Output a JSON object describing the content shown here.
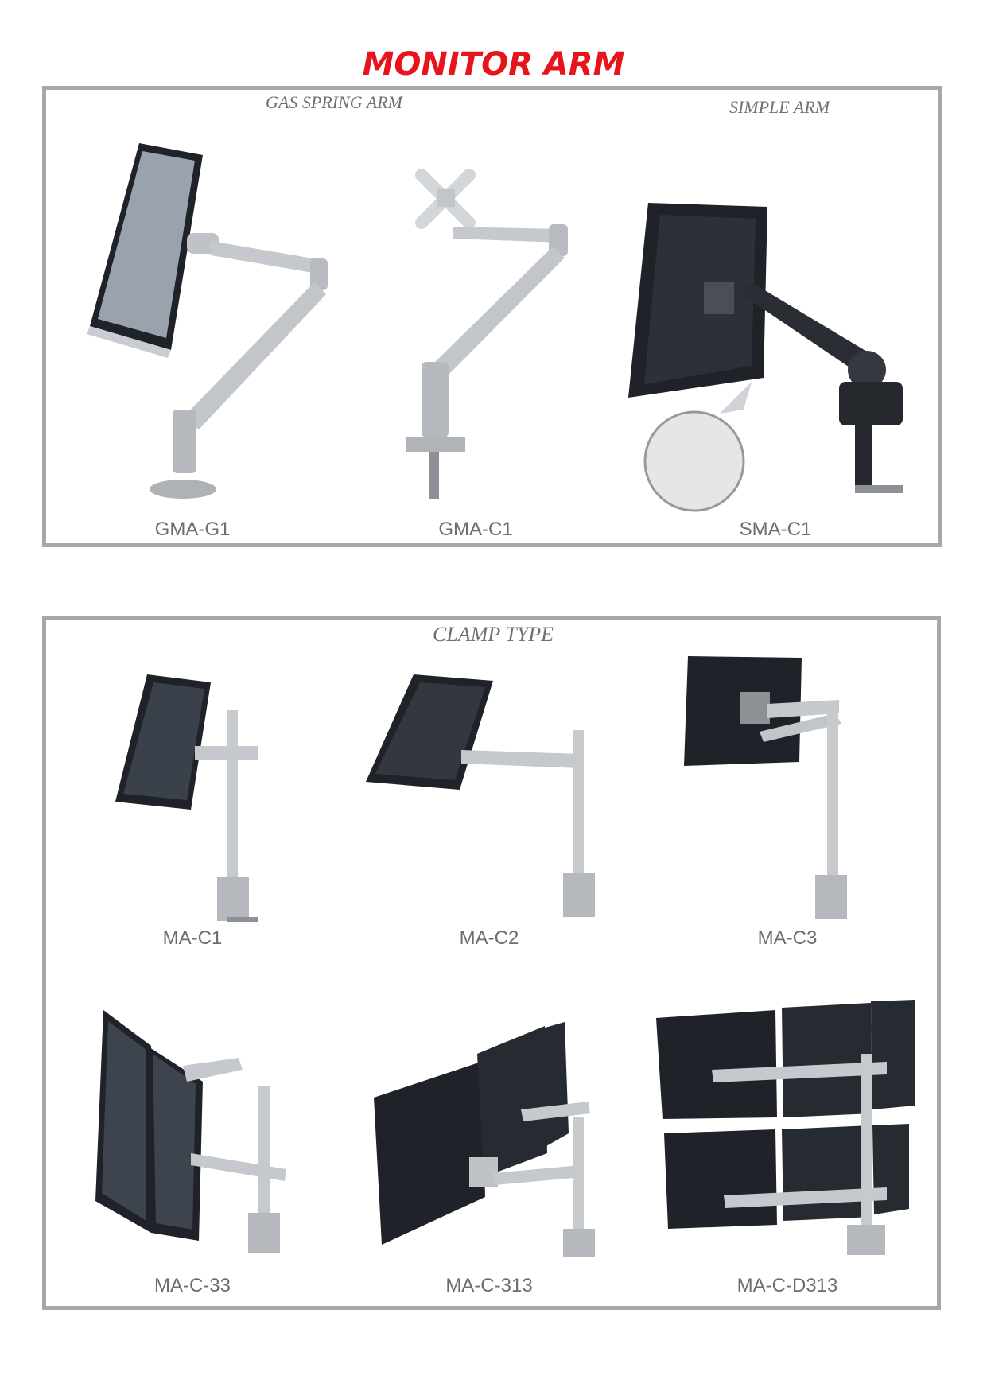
{
  "title": "MONITOR ARM",
  "sections": {
    "gas_spring": "GAS SPRING ARM",
    "simple": "SIMPLE ARM",
    "clamp": "CLAMP TYPE"
  },
  "products_top": [
    {
      "model": "GMA-G1",
      "icon": "monitor-gas-spring-arm-grommet-icon"
    },
    {
      "model": "GMA-C1",
      "icon": "vesa-gas-spring-arm-icon"
    },
    {
      "model": "SMA-C1",
      "icon": "monitor-simple-arm-clamp-icon"
    }
  ],
  "products_clamp": [
    {
      "model": "MA-C1",
      "icon": "single-monitor-pole-arm-icon"
    },
    {
      "model": "MA-C2",
      "icon": "single-monitor-extended-arm-icon"
    },
    {
      "model": "MA-C3",
      "icon": "single-monitor-double-arm-icon"
    },
    {
      "model": "MA-C-33",
      "icon": "dual-monitor-arm-icon"
    },
    {
      "model": "MA-C-313",
      "icon": "triple-monitor-arm-icon"
    },
    {
      "model": "MA-C-D313",
      "icon": "six-monitor-arm-icon"
    }
  ],
  "colors": {
    "title": "#e8141b",
    "border": "#a7a7a7",
    "caption": "#6d6d6d",
    "monitor": "#1f2228",
    "arm": "#c5c8cc"
  }
}
